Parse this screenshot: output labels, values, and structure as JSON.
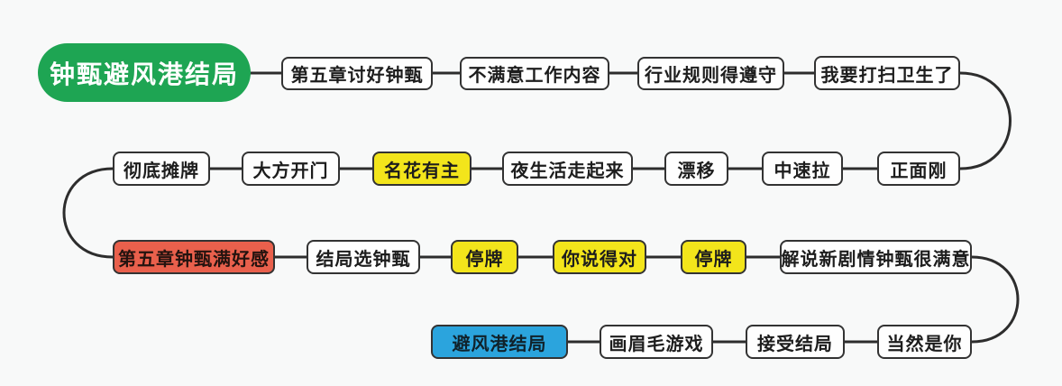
{
  "diagram": {
    "title": "钟甄避风港结局",
    "type": "flowchart",
    "flow": "nodes are connected sequentially in listed order, laid out in a serpentine path over four rows",
    "colors": {
      "background": "#f8f9f9",
      "connector": "#2d2d2d",
      "node_border": "#333333",
      "node_background": "#fefefe",
      "start_green": "#1ea553",
      "highlight_yellow": "#f3e51b",
      "chapter_red": "#e9604c",
      "ending_blue": "#2ba4dd"
    }
  },
  "nodes": [
    {
      "label": "钟甄避风港结局",
      "type": "start"
    },
    {
      "label": "第五章讨好钟甄",
      "type": "step"
    },
    {
      "label": "不满意工作内容",
      "type": "step"
    },
    {
      "label": "行业规则得遵守",
      "type": "step"
    },
    {
      "label": "我要打扫卫生了",
      "type": "step"
    },
    {
      "label": "正面刚",
      "type": "step"
    },
    {
      "label": "中速拉",
      "type": "step"
    },
    {
      "label": "漂移",
      "type": "step"
    },
    {
      "label": "夜生活走起来",
      "type": "step"
    },
    {
      "label": "名花有主",
      "type": "highlight"
    },
    {
      "label": "大方开门",
      "type": "step"
    },
    {
      "label": "彻底摊牌",
      "type": "step"
    },
    {
      "label": "第五章钟甄满好感",
      "type": "chapter"
    },
    {
      "label": "结局选钟甄",
      "type": "step"
    },
    {
      "label": "停牌",
      "type": "highlight"
    },
    {
      "label": "你说得对",
      "type": "highlight"
    },
    {
      "label": "停牌",
      "type": "highlight"
    },
    {
      "label": "解说新剧情钟甄很满意",
      "type": "step"
    },
    {
      "label": "当然是你",
      "type": "step"
    },
    {
      "label": "接受结局",
      "type": "step"
    },
    {
      "label": "画眉毛游戏",
      "type": "step"
    },
    {
      "label": "避风港结局",
      "type": "ending"
    }
  ],
  "edges": [
    [
      0,
      1
    ],
    [
      1,
      2
    ],
    [
      2,
      3
    ],
    [
      3,
      4
    ],
    [
      4,
      5
    ],
    [
      5,
      6
    ],
    [
      6,
      7
    ],
    [
      7,
      8
    ],
    [
      8,
      9
    ],
    [
      9,
      10
    ],
    [
      10,
      11
    ],
    [
      11,
      12
    ],
    [
      12,
      13
    ],
    [
      13,
      14
    ],
    [
      14,
      15
    ],
    [
      15,
      16
    ],
    [
      16,
      17
    ],
    [
      17,
      18
    ],
    [
      18,
      19
    ],
    [
      19,
      20
    ],
    [
      20,
      21
    ]
  ]
}
